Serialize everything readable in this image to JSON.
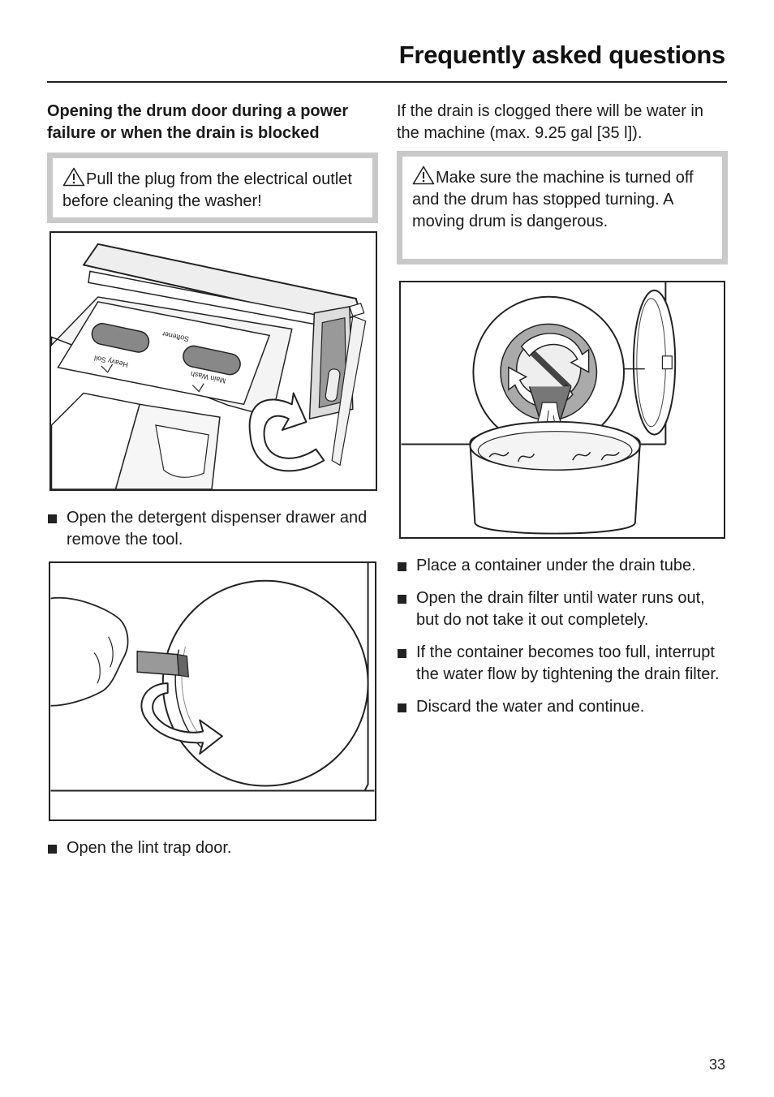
{
  "header": {
    "title": "Frequently asked questions"
  },
  "left": {
    "heading": "Opening the drum door during a power failure or when the drain is blocked",
    "warning": "Pull the plug from the electrical outlet before cleaning the washer!",
    "figure1": {
      "labels": {
        "heavy_soil": "Heavy Soil",
        "softener": "Softener",
        "main_wash": "Main Wash"
      }
    },
    "step1": "Open the detergent dispenser drawer and remove the tool.",
    "step2": "Open the lint trap door."
  },
  "right": {
    "intro": "If the drain is clogged there will be water in the machine (max. 9.25 gal [35 l]).",
    "warning": "Make sure the machine is turned off and the drum has stopped turning. A moving drum is dangerous.",
    "steps": [
      "Place a container under the drain tube.",
      "Open the drain filter until water runs out, but do not take it out completely.",
      "If the container becomes too full, interrupt the water flow by tightening the drain filter.",
      "Discard the water and continue."
    ]
  },
  "footer": {
    "page_number": "33"
  },
  "icons": {
    "warning": "warning-triangle-icon",
    "bullet": "square-bullet-icon"
  }
}
